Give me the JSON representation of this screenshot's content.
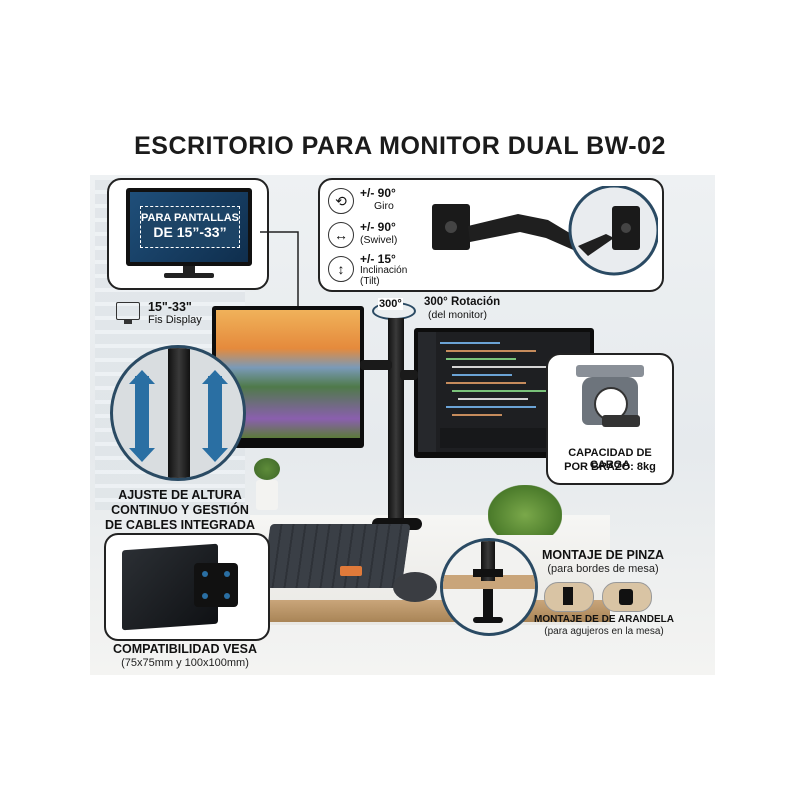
{
  "title": "ESCRITORIO PARA MONITOR DUAL BW-02",
  "screen_size_card": {
    "line1": "PARA PANTALLAS",
    "line2": "DE 15”-33”"
  },
  "rotation_specs": [
    {
      "value": "+/- 90°",
      "label": "Giro",
      "icon": "rotate-icon"
    },
    {
      "value": "+/- 90°",
      "label": "(Swivel)",
      "icon": "swivel-icon"
    },
    {
      "value": "+/- 15°",
      "label": "Inclinación",
      "label2": "(Tilt)",
      "icon": "tilt-icon"
    }
  ],
  "fit_display": {
    "size": "15\"-33\"",
    "label": "Fis Display",
    "icon": "monitor-icon"
  },
  "rotation_badge": {
    "degrees": "300°",
    "title": "300° Rotación",
    "sub": "(del monitor)"
  },
  "height_adjust": {
    "line1": "AJUSTE DE ALTURA",
    "line2": "CONTINUO Y GESTIÓN",
    "line3": "DE CABLES INTEGRADA"
  },
  "load_capacity": {
    "line1": "CAPACIDAD DE CARGA",
    "line2": "POR BRAZO: 8kg"
  },
  "vesa": {
    "title": "COMPATIBILIDAD VESA",
    "sub": "(75x75mm y 100x100mm)"
  },
  "clamp": {
    "title": "MONTAJE DE PINZA",
    "sub": "(para bordes de mesa)"
  },
  "grommet": {
    "title": "MONTAJE DE DE ARANDELA",
    "sub": "(para agujeros en la mesa)"
  },
  "colors": {
    "accent": "#2a4a63",
    "ink": "#111111"
  }
}
